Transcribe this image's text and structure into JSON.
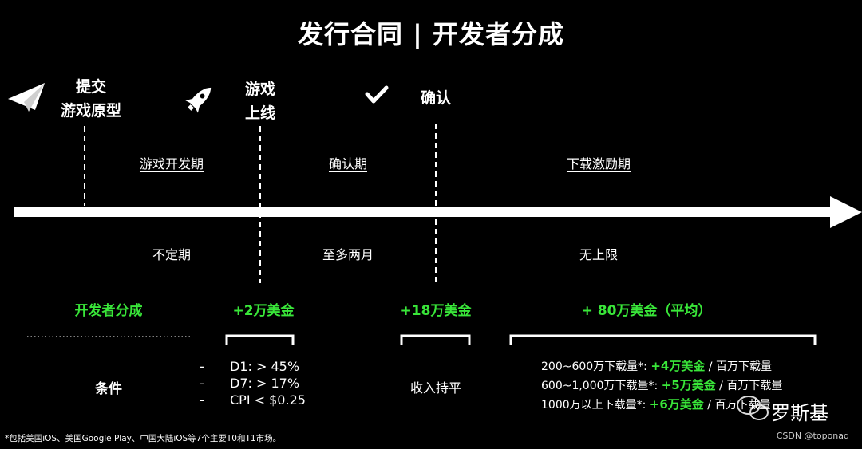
{
  "title": "发行合同 | 开发者分成",
  "milestones": {
    "submit": "提交\n游戏原型",
    "launch": "游戏\n上线",
    "confirm": "确认"
  },
  "phases": {
    "dev": "游戏开发期",
    "confirm": "确认期",
    "download": "下载激励期"
  },
  "durations": {
    "dev": "不定期",
    "confirm": "至多两月",
    "download": "无上限"
  },
  "revenue": {
    "label": "开发者分成",
    "launch": "+2万美金",
    "confirm": "+18万美金",
    "download": "+ 80万美金（平均）"
  },
  "conditions": {
    "label": "条件",
    "items": [
      {
        "dash": "-",
        "text": "D1:  >  45%"
      },
      {
        "dash": "-",
        "text": "D7:  >  17%"
      },
      {
        "dash": "-",
        "text": "CPI  <  $0.25"
      }
    ],
    "confirm": "收入持平",
    "tiers": [
      {
        "range": "200~600万下载量*:  ",
        "amount": "+4万美金",
        "unit": " / 百万下载量"
      },
      {
        "range": "600~1,000万下载量*:  ",
        "amount": "+5万美金",
        "unit": " / 百万下载量"
      },
      {
        "range": "1000万以上下载量*: ",
        "amount": "+6万美金",
        "unit": " / 百万下载量"
      }
    ]
  },
  "footnote": "*包括美国iOS、美国Google Play、中国大陆iOS等7个主要T0和T1市场。",
  "watermark": "罗斯基",
  "credit": "CSDN @toponad",
  "colors": {
    "background": "#000000",
    "accent": "#39e639",
    "text": "#ffffff"
  },
  "icons": [
    "paper-plane-icon",
    "rocket-icon",
    "checkmark-icon",
    "wechat-icon"
  ]
}
